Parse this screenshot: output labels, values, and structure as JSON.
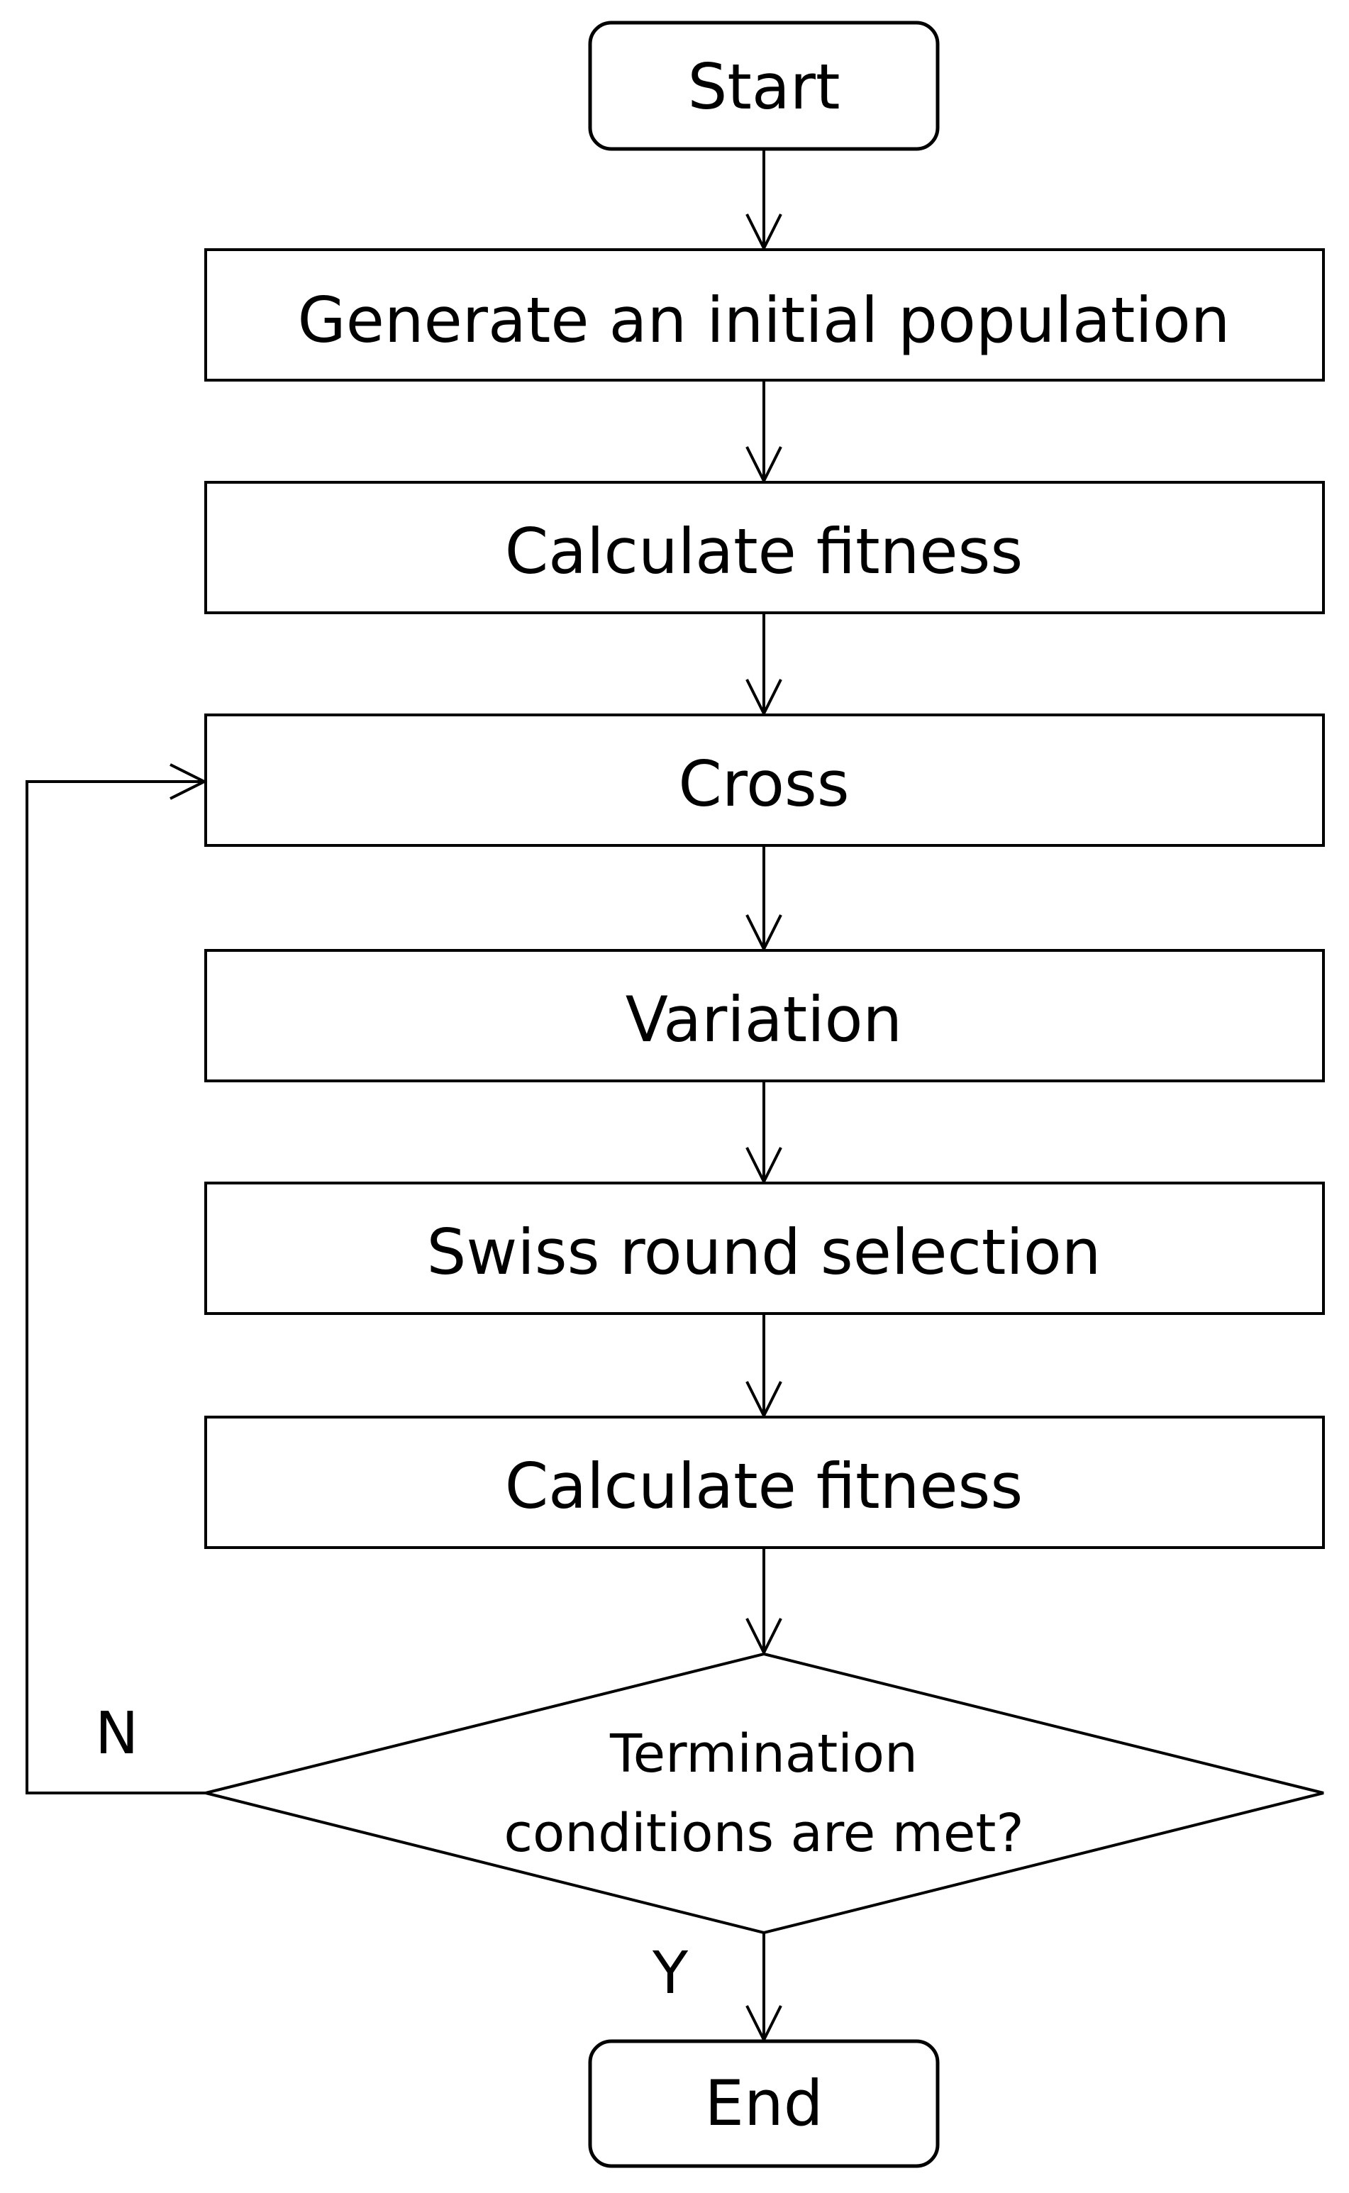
{
  "nodes": {
    "start": "Start",
    "generate": "Generate an initial population",
    "calc_fitness_1": "Calculate fitness",
    "cross": "Cross",
    "variation": "Variation",
    "swiss": "Swiss round selection",
    "calc_fitness_2": "Calculate fitness",
    "decision_line1": "Termination",
    "decision_line2": "conditions are met?",
    "end": "End"
  },
  "branches": {
    "no": "N",
    "yes": "Y"
  }
}
